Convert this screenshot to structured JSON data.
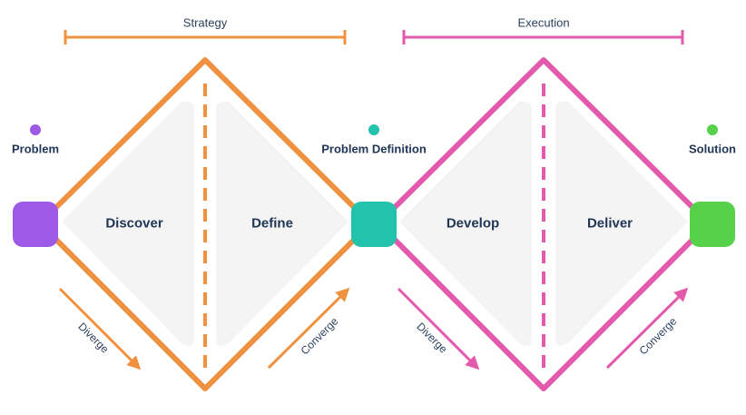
{
  "colors": {
    "strategy": "#f0913f",
    "execution": "#e35aac",
    "problem": "#9c5ae6",
    "problem_definition": "#22c2ad",
    "solution": "#55d14a",
    "panel": "#f4f4f4",
    "text": "#1f3555"
  },
  "brackets": {
    "strategy": "Strategy",
    "execution": "Execution"
  },
  "points": {
    "problem": "Problem",
    "problem_definition": "Problem Definition",
    "solution": "Solution"
  },
  "phases": {
    "discover": "Discover",
    "define": "Define",
    "develop": "Develop",
    "deliver": "Deliver"
  },
  "arrows": {
    "diverge_1": "Diverge",
    "converge_1": "Converge",
    "diverge_2": "Diverge",
    "converge_2": "Converge"
  }
}
